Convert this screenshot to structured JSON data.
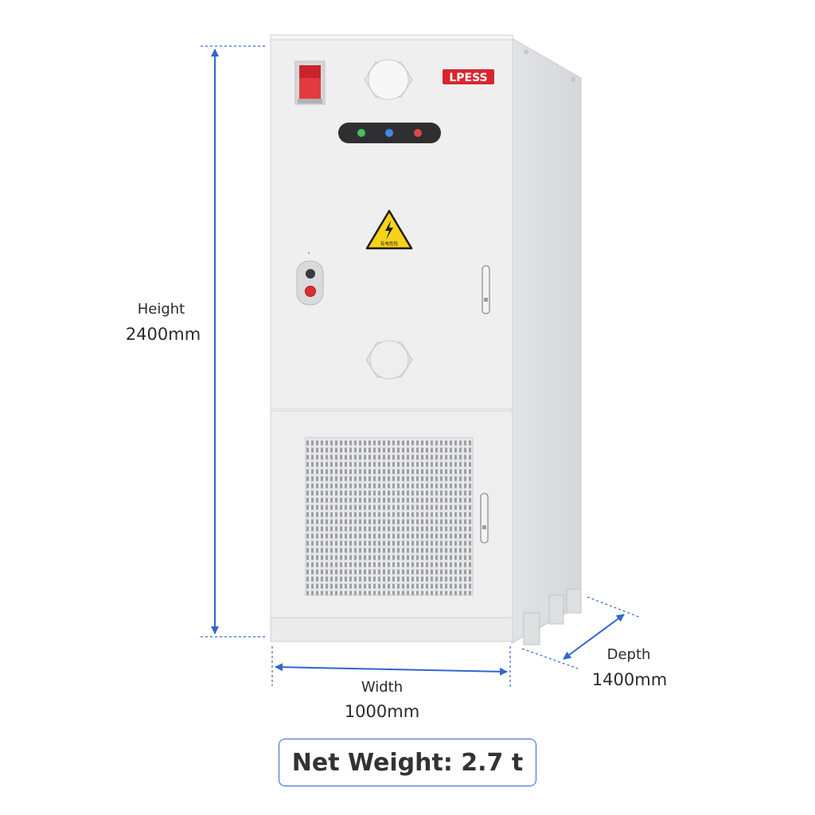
{
  "brand": {
    "logo_text": "LPESS"
  },
  "warning_sign": {
    "text": "有电危险"
  },
  "dimensions": {
    "height": {
      "label": "Height",
      "value": "2400mm"
    },
    "width": {
      "label": "Width",
      "value": "1000mm"
    },
    "depth": {
      "label": "Depth",
      "value": "1400mm"
    }
  },
  "weight": {
    "text": "Net Weight: 2.7 t"
  },
  "colors": {
    "dimension_line": "#2f66d0",
    "cabinet": "#efeff0",
    "logo_red": "#d8262e",
    "led_green": "#3fc25a",
    "led_blue": "#3d8bea",
    "led_red": "#e04646",
    "warning_yellow": "#f7d21a"
  },
  "icons": [
    "high-voltage-icon",
    "emergency-stop-icon",
    "door-handle-icon"
  ]
}
